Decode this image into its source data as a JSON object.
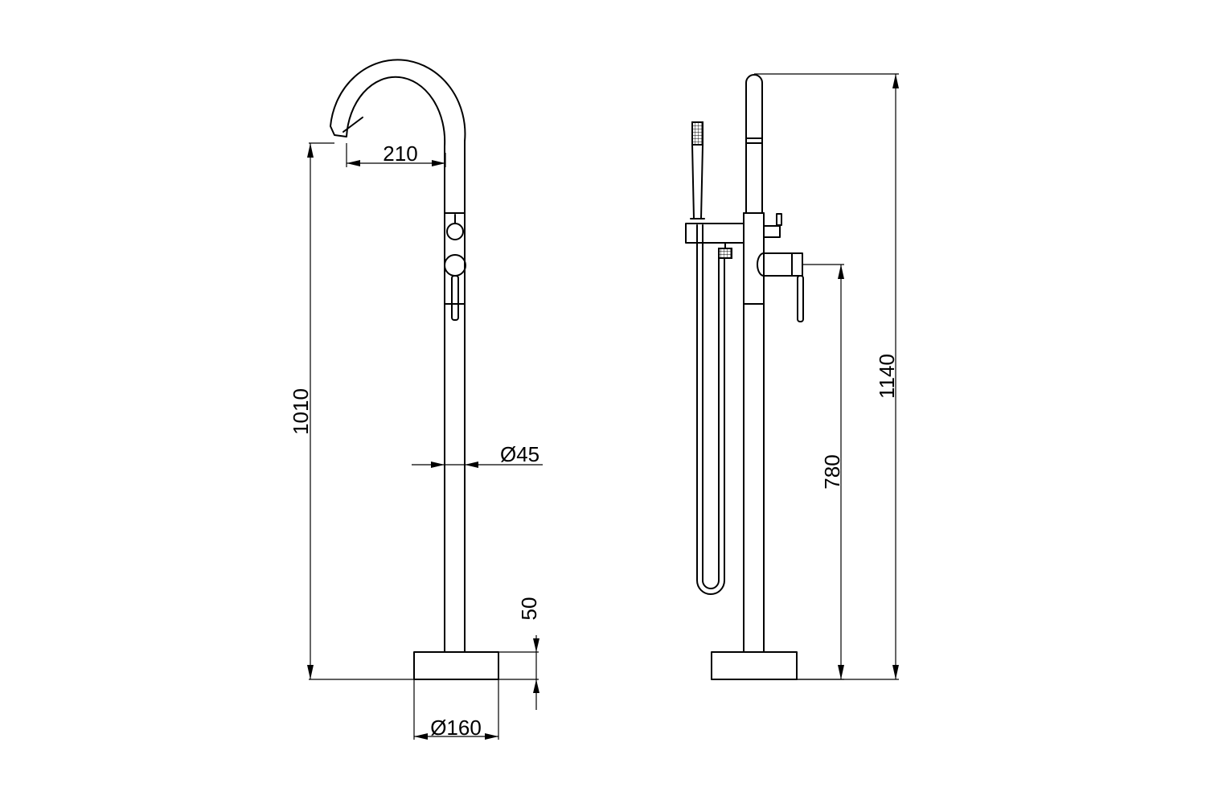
{
  "dimensions": {
    "spout_reach": "210",
    "overall_height_front": "1010",
    "pipe_diameter": "Ø45",
    "base_height": "50",
    "base_diameter": "Ø160",
    "overall_height_side": "1140",
    "handle_height": "780"
  }
}
